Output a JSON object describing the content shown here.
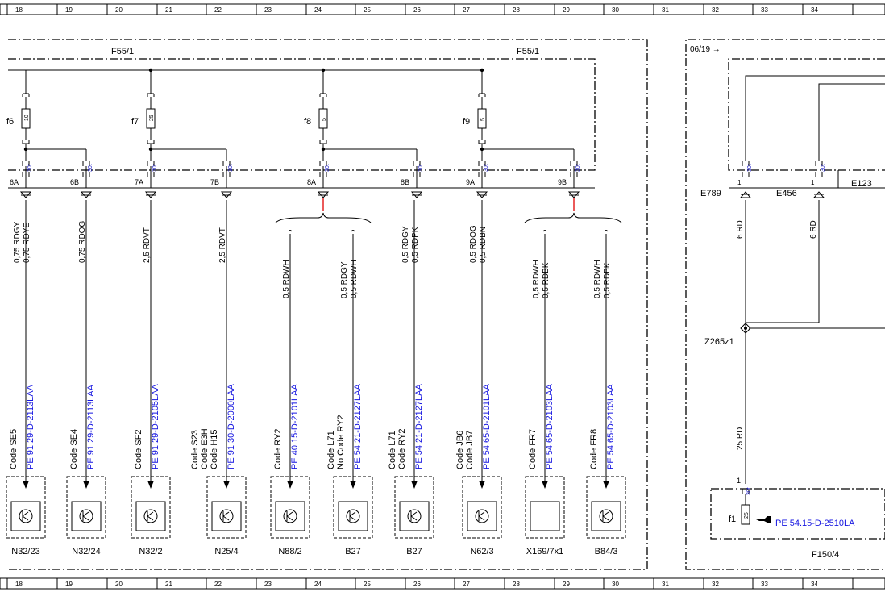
{
  "ruler": {
    "numbers": [
      "18",
      "19",
      "20",
      "21",
      "22",
      "23",
      "24",
      "25",
      "26",
      "27",
      "28",
      "29",
      "30",
      "31",
      "32",
      "33",
      "34"
    ]
  },
  "frames": {
    "left_title_a": "F55/1",
    "left_title_b": "F55/1",
    "right_ref": "06/19 →"
  },
  "fuses": [
    {
      "name": "f6",
      "rating": "10"
    },
    {
      "name": "f7",
      "rating": "25"
    },
    {
      "name": "f8",
      "rating": "5"
    },
    {
      "name": "f9",
      "rating": "5"
    }
  ],
  "pin_mark": "30t",
  "pins": [
    "6A",
    "6B",
    "7A",
    "7B",
    "8A",
    "8B",
    "9A",
    "9B"
  ],
  "wires": [
    [
      "0,75 RDGY",
      "0,75 RDYE"
    ],
    [
      "0,75 RDOG"
    ],
    [
      "2,5 RDVT"
    ],
    [
      "2,5 RDVT"
    ],
    [
      "0,5 RDWH"
    ],
    [
      "0,5 RDGY",
      "0,5 RDWH"
    ],
    [
      "0,5 RDGY",
      "0,5 RDPK"
    ],
    [
      "0,5 RDOG",
      "0,5 RDBN"
    ],
    [
      "0,5 RDWH",
      "0,5 RDBK"
    ],
    [
      "0,5 RDWH",
      "0,5 RDBK"
    ]
  ],
  "codes": [
    [
      "Code SE5"
    ],
    [
      "Code SE4"
    ],
    [
      "Code SF2"
    ],
    [
      "Code S23",
      "Code E3H",
      "Code H15"
    ],
    [
      "Code RY2"
    ],
    [
      "Code L71",
      "No Code RY2"
    ],
    [
      "Code L71",
      "Code RY2"
    ],
    [
      "Code JB6",
      "Code JB7"
    ],
    [
      "Code FR7"
    ],
    [
      "Code FR8"
    ]
  ],
  "refs": [
    "PE 91.29-D-2113LAA",
    "PE 91.29-D-2113LAA",
    "PE 91.29-D-2105LAA",
    "PE 91.30-D-2000LAA",
    "PE 40.15-D-2101LAA",
    "PE 54.21-D-2127LAA",
    "PE 54.21-D-2127LAA",
    "PE 54.65-D-2101LAA",
    "PE 54.65-D-2103LAA",
    "PE 54.65-D-2103LAA"
  ],
  "components": [
    "N32/23",
    "N32/24",
    "N32/2",
    "N25/4",
    "N88/2",
    "B27",
    "B27",
    "N62/3",
    "X169/7x1",
    "B84/3"
  ],
  "right": {
    "connectors": [
      "E789",
      "E456",
      "E123"
    ],
    "pin_labels": [
      "1",
      "1"
    ],
    "wires": [
      "6 RD",
      "6 RD",
      "25 RD"
    ],
    "splice": "Z265z1",
    "fuse_name": "f1",
    "fuse_rating": "25",
    "fuse_pin": "1",
    "fuse_ref": "PE 54.15-D-2510LA",
    "box": "F150/4"
  },
  "colors": {
    "line": "#000000",
    "ref_blue": "#1515e0",
    "pin_blue": "#1e1ec8",
    "red": "#e00000"
  }
}
